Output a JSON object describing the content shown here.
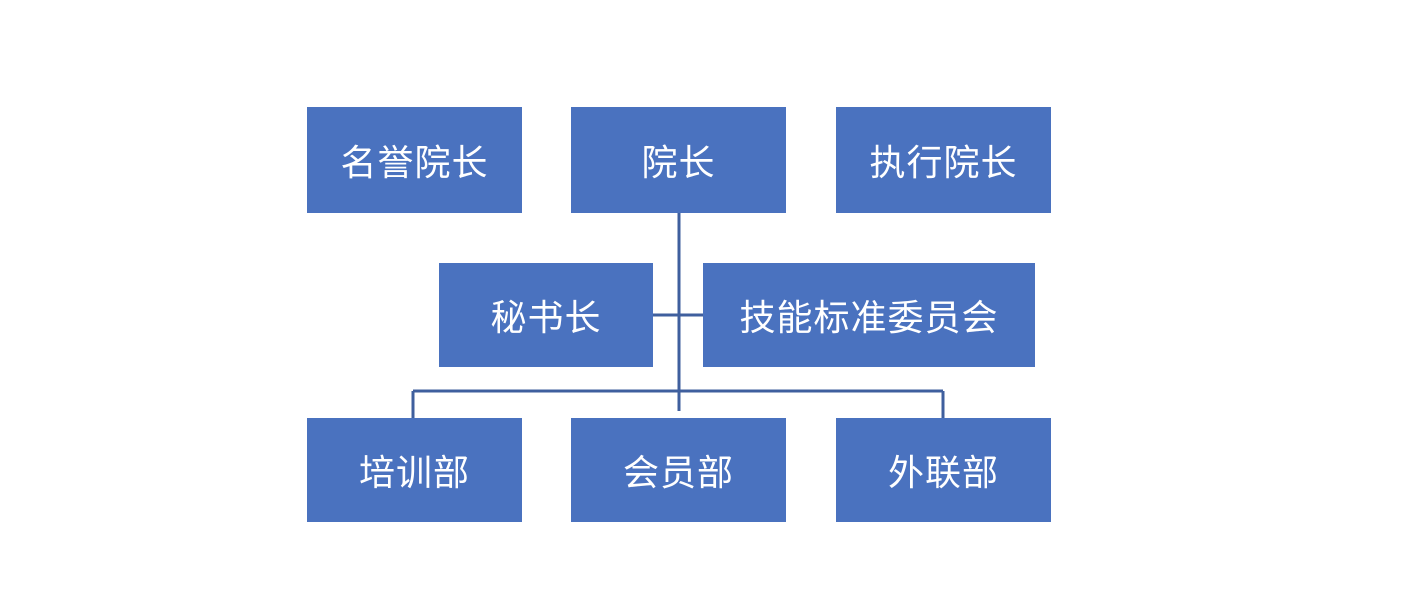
{
  "theme": {
    "box_fill": "#4a72bf",
    "line_color": "#3f5f9e",
    "text_color": "#ffffff",
    "background": "#ffffff"
  },
  "org_chart": {
    "top_row": {
      "honorary_president": "名誉院长",
      "president": "院长",
      "executive_president": "执行院长"
    },
    "middle_row": {
      "secretary_general": "秘书长",
      "skills_standards_committee": "技能标准委员会"
    },
    "bottom_row": {
      "training_department": "培训部",
      "membership_department": "会员部",
      "liaison_department": "外联部"
    }
  }
}
